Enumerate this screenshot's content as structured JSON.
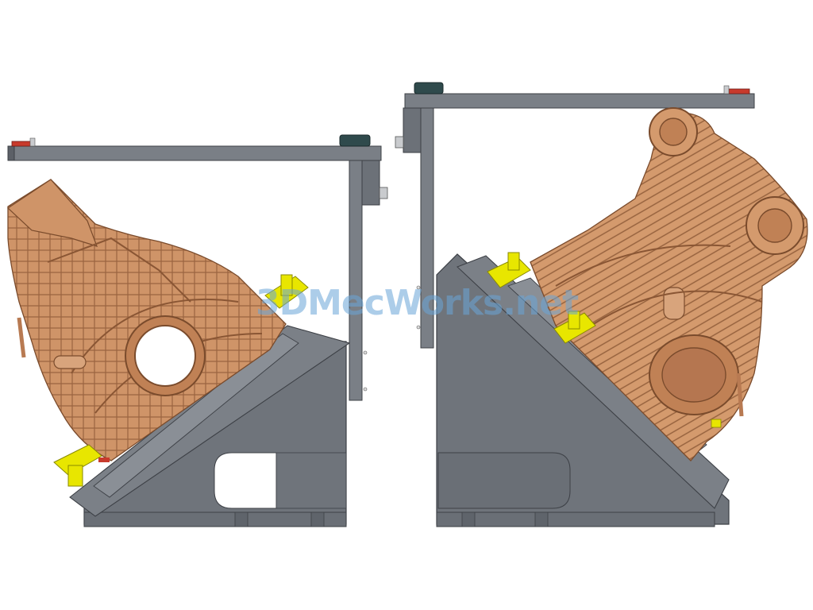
{
  "watermark": {
    "text": "3DMecWorks.net"
  },
  "colors": {
    "fixture_steel": "#6f747b",
    "fixture_edge": "#3d4046",
    "casting": "#cf9468",
    "casting_dark": "#9a6440",
    "clamp": "#e8e600",
    "cap": "#2f4a4c",
    "red_tip": "#c83a2c"
  },
  "views": [
    {
      "name": "left-fixture-view"
    },
    {
      "name": "right-fixture-view"
    }
  ]
}
